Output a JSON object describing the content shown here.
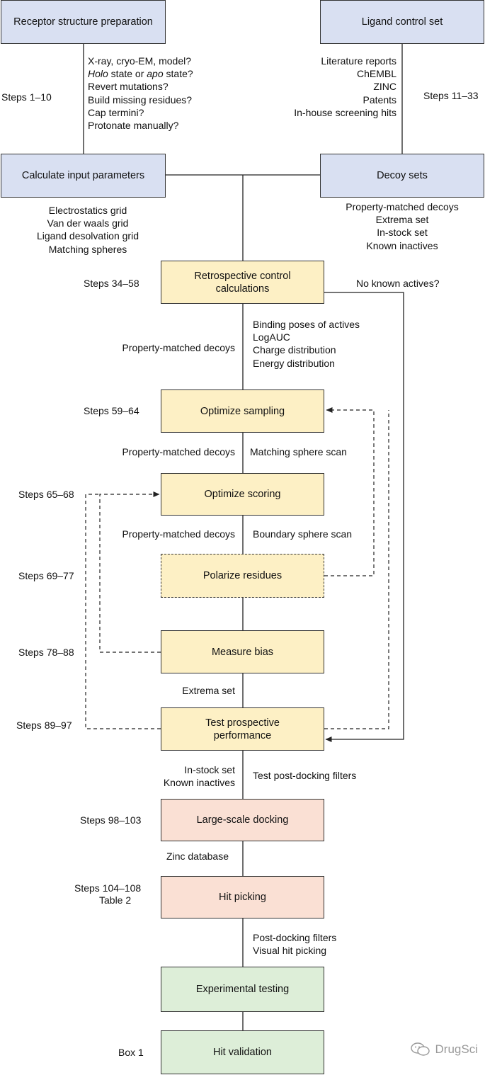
{
  "boxes": {
    "receptor": "Receptor structure preparation",
    "ligand_control": "Ligand control set",
    "calc_params": "Calculate input parameters",
    "decoy_sets": "Decoy sets",
    "retro_control": "Retrospective control calculations",
    "opt_sampling": "Optimize sampling",
    "opt_scoring": "Optimize scoring",
    "polarize": "Polarize residues",
    "measure_bias": "Measure bias",
    "test_prospective": "Test prospective performance",
    "large_docking": "Large-scale docking",
    "hit_picking": "Hit picking",
    "exp_testing": "Experimental testing",
    "hit_validation": "Hit validation"
  },
  "steps": {
    "s1_10": "Steps 1–10",
    "s11_33": "Steps 11–33",
    "s34_58": "Steps 34–58",
    "s59_64": "Steps 59–64",
    "s65_68": "Steps 65–68",
    "s69_77": "Steps 69–77",
    "s78_88": "Steps 78–88",
    "s89_97": "Steps 89–97",
    "s98_103": "Steps 98–103",
    "s104_108": "Steps 104–108",
    "table2": "Table 2",
    "box1": "Box 1"
  },
  "receptor_questions": {
    "q1": "X-ray, cryo-EM, model?",
    "q2_holo": "Holo",
    "q2_mid": " state or ",
    "q2_apo": "apo",
    "q2_end": " state?",
    "q3": "Revert mutations?",
    "q4": "Build missing residues?",
    "q5": "Cap termini?",
    "q6": "Protonate manually?"
  },
  "ligand_sources": [
    "Literature reports",
    "ChEMBL",
    "ZINC",
    "Patents",
    "In-house screening hits"
  ],
  "calc_outputs": [
    "Electrostatics grid",
    "Van der waals grid",
    "Ligand desolvation grid",
    "Matching spheres"
  ],
  "decoy_types": [
    "Property-matched decoys",
    "Extrema set",
    "In-stock set",
    "Known inactives"
  ],
  "labels": {
    "no_known_actives": "No known actives?",
    "pmd1": "Property-matched decoys",
    "pmd2": "Property-matched decoys",
    "pmd3": "Property-matched decoys",
    "retro_metrics": [
      "Binding poses of actives",
      "LogAUC",
      "Charge distribution",
      "Energy distribution"
    ],
    "matching_sphere_scan": "Matching sphere scan",
    "boundary_sphere_scan": "Boundary sphere scan",
    "extrema_set": "Extrema set",
    "instock_1": "In-stock set",
    "instock_2": "Known inactives",
    "test_filters": "Test post-docking filters",
    "zinc_db": "Zinc database",
    "post_filters": [
      "Post-docking filters",
      "Visual hit picking"
    ]
  },
  "watermark": "DrugSci"
}
